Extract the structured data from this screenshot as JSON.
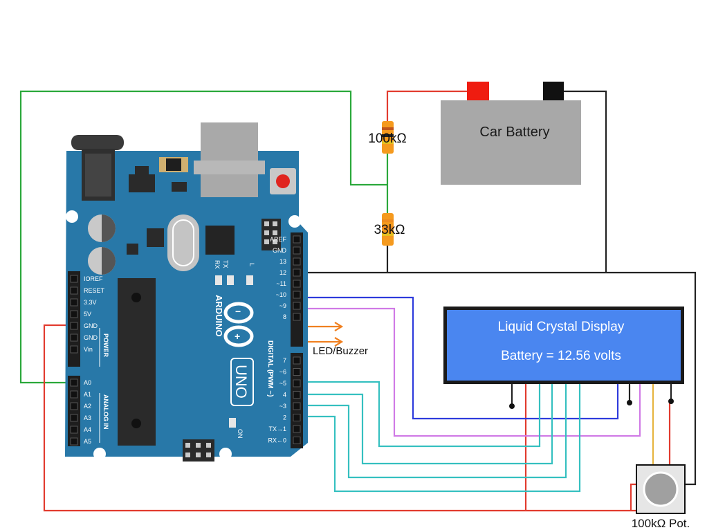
{
  "battery": {
    "label": "Car Battery"
  },
  "divider": {
    "r1": "100kΩ",
    "r2": "33kΩ"
  },
  "lcd": {
    "title": "Liquid Crystal Display",
    "reading": "Battery = 12.56 volts"
  },
  "outputs": {
    "label": "LED/Buzzer"
  },
  "pot": {
    "label": "100kΩ Pot."
  },
  "arduino": {
    "logo_text": "ARDUINO",
    "model": "UNO",
    "power_header_title": "POWER",
    "analog_header_title": "ANALOG IN",
    "digital_header_title": "DIGITAL (PWM ~)",
    "power_pins": [
      "IOREF",
      "RESET",
      "3.3V",
      "5V",
      "GND",
      "GND",
      "Vin"
    ],
    "analog_pins": [
      "A0",
      "A1",
      "A2",
      "A3",
      "A4",
      "A5"
    ],
    "digital_pins_top": [
      "AREF",
      "GND",
      "13",
      "12",
      "~11",
      "~10",
      "~9",
      "8"
    ],
    "digital_pins_bottom": [
      "7",
      "~6",
      "~5",
      "4",
      "~3",
      "2",
      "TX→1",
      "RX←0"
    ],
    "led_labels": [
      "TX",
      "RX",
      "L",
      "ON"
    ]
  },
  "colors": {
    "board": "#2878a8",
    "lcd": "#4a86f0",
    "battery": "#a8a8a8",
    "wire_green": "#2aa83a",
    "wire_red": "#e23b2e",
    "wire_blue": "#2e3bdc",
    "wire_violet": "#d07ae6",
    "wire_cyan": "#35c0c0",
    "wire_orange": "#f08020",
    "wire_gold": "#e6b440",
    "resistor": "#f59a1e"
  }
}
